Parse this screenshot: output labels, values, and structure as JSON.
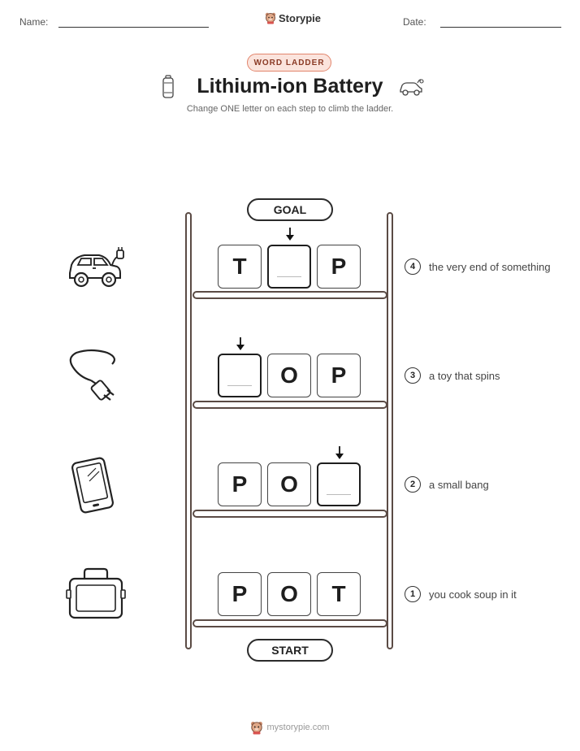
{
  "header": {
    "name_label": "Name:",
    "date_label": "Date:",
    "brand": "Storypie"
  },
  "badge": "WORD LADDER",
  "title": "Lithium-ion Battery",
  "subtitle": "Change ONE letter on each step to climb the ladder.",
  "goal_label": "GOAL",
  "start_label": "START",
  "rows": [
    {
      "tiles": [
        "T",
        "",
        "P"
      ],
      "clue_num": "4",
      "clue": "the very end of something",
      "illustration": "electric-car-icon"
    },
    {
      "tiles": [
        "",
        "O",
        "P"
      ],
      "clue_num": "3",
      "clue": "a toy that spins",
      "illustration": "charging-cable-icon"
    },
    {
      "tiles": [
        "P",
        "O",
        ""
      ],
      "clue_num": "2",
      "clue": "a small bang",
      "illustration": "tablet-icon"
    },
    {
      "tiles": [
        "P",
        "O",
        "T"
      ],
      "clue_num": "1",
      "clue": "you cook soup in it",
      "illustration": "lunchbox-icon"
    }
  ],
  "footer": "mystorypie.com"
}
